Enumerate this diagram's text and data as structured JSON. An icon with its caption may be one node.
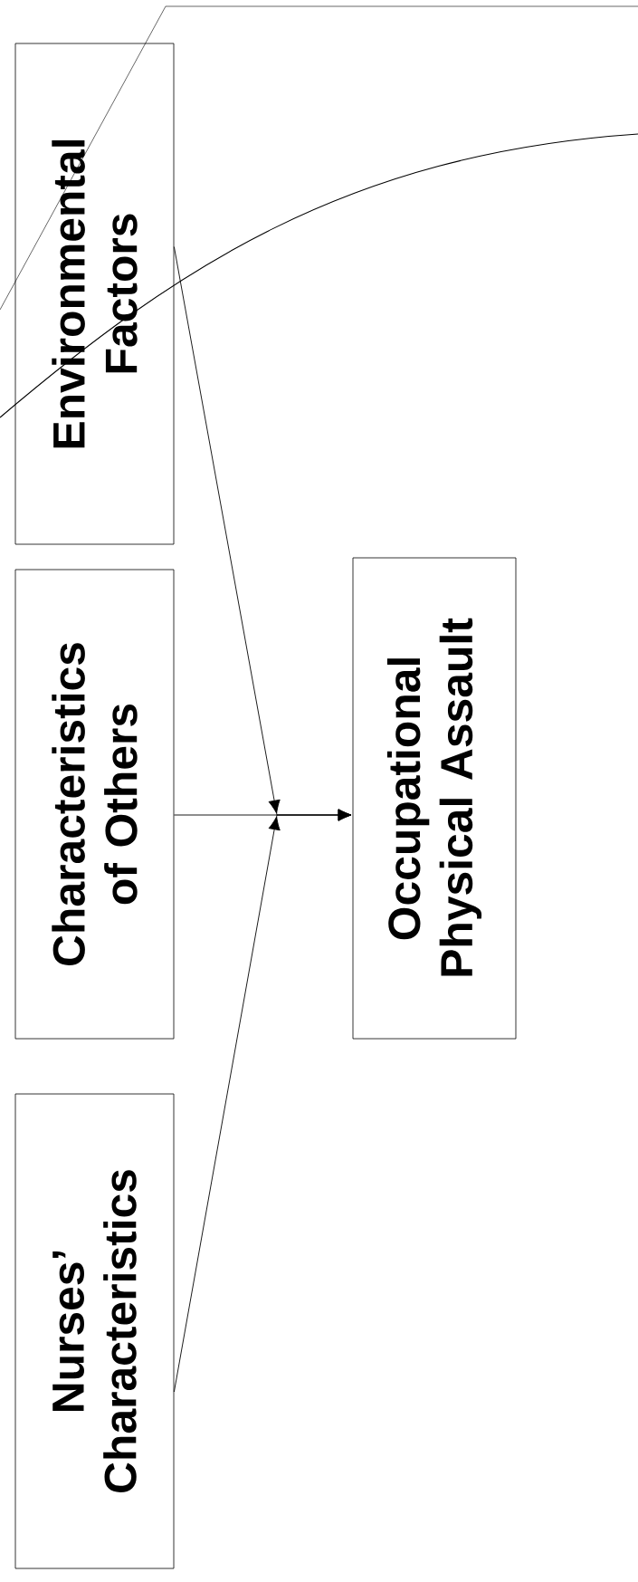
{
  "diagram": {
    "nodes": [
      {
        "text": [
          "Environmental Factors"
        ]
      },
      {
        "text": [
          "Characteristics of Others"
        ]
      },
      {
        "text": [
          "Nurses’ Characteristics"
        ]
      },
      {
        "text": [
          "Occupational Physical Assault"
        ]
      }
    ],
    "edges": [
      {
        "from": 0,
        "to": 3,
        "arrow": "to"
      },
      {
        "from": 1,
        "to": 3,
        "arrow": "to"
      },
      {
        "from": 2,
        "to": 3,
        "arrow": "to"
      }
    ]
  }
}
